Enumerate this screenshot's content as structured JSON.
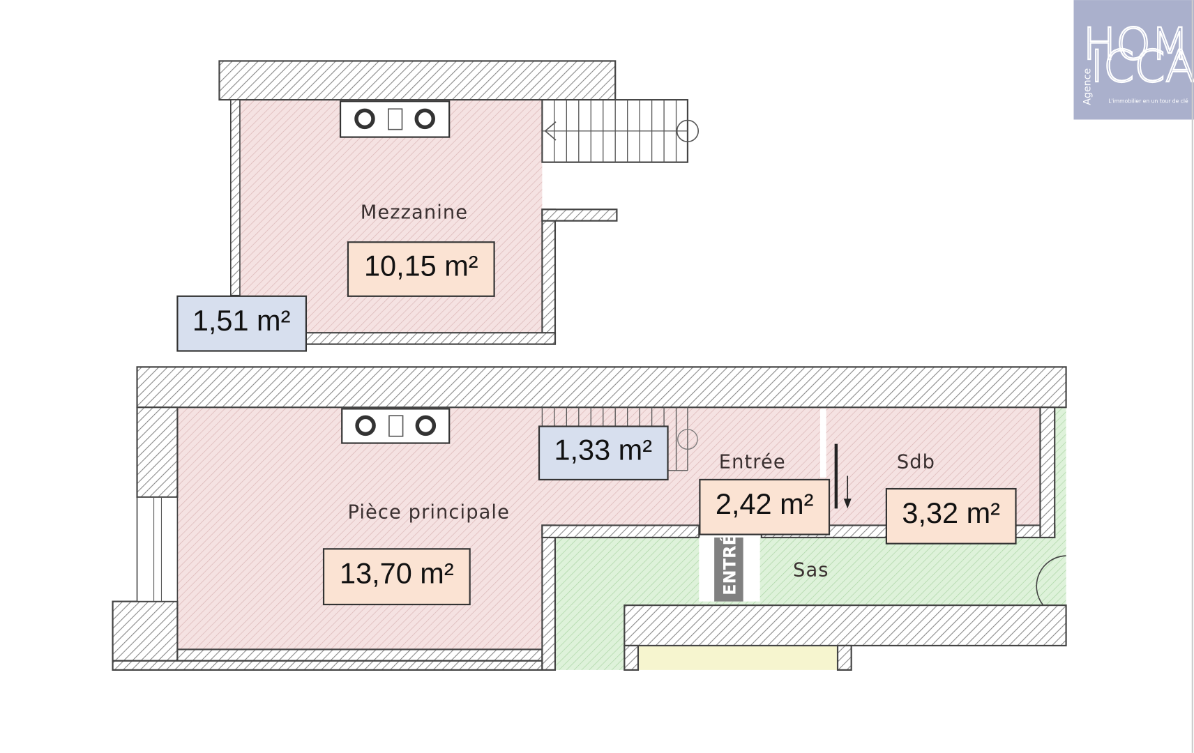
{
  "logo": {
    "line1": "HOM",
    "line2": "ICCA",
    "vertical": "Agence",
    "tagline": "L'immobilier en un tour de clé",
    "background": "#aab0cc"
  },
  "upper_floor": {
    "room_label": "Mezzanine",
    "area_main": "10,15 m²",
    "area_low_height": "1,51 m²"
  },
  "lower_floor": {
    "main_room_label": "Pièce principale",
    "main_room_area": "13,70 m²",
    "stair_area": "1,33 m²",
    "entry_label": "Entrée",
    "entry_area": "2,42 m²",
    "bath_label": "Sdb",
    "bath_area": "3,32 m²",
    "sas_label": "Sas",
    "entrance_marker": "ENTRÉ"
  },
  "colors": {
    "living_fill": "#f3dede",
    "common_fill": "#dcf0d8",
    "wall_hatch": "#7a7a7a",
    "area_box_living": "#fbe3d3",
    "area_box_low": "#d7dfee",
    "yellow_fill": "#f6f5cf"
  }
}
